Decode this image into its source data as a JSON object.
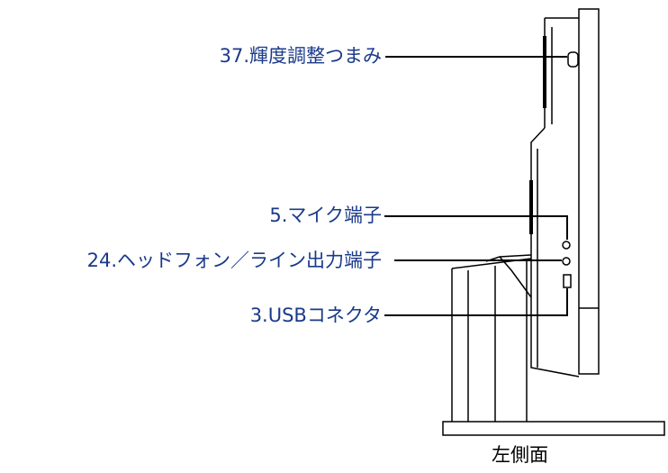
{
  "callouts": [
    {
      "id": "brightness",
      "text": "37.輝度調整つまみ"
    },
    {
      "id": "mic",
      "text": "5.マイク端子"
    },
    {
      "id": "headphone",
      "text": "24.ヘッドフォン／ライン出力端子"
    },
    {
      "id": "usb",
      "text": "3.USBコネクタ"
    }
  ],
  "caption": "左側面",
  "colors": {
    "label": "#1a3a8a",
    "line": "#000000"
  }
}
